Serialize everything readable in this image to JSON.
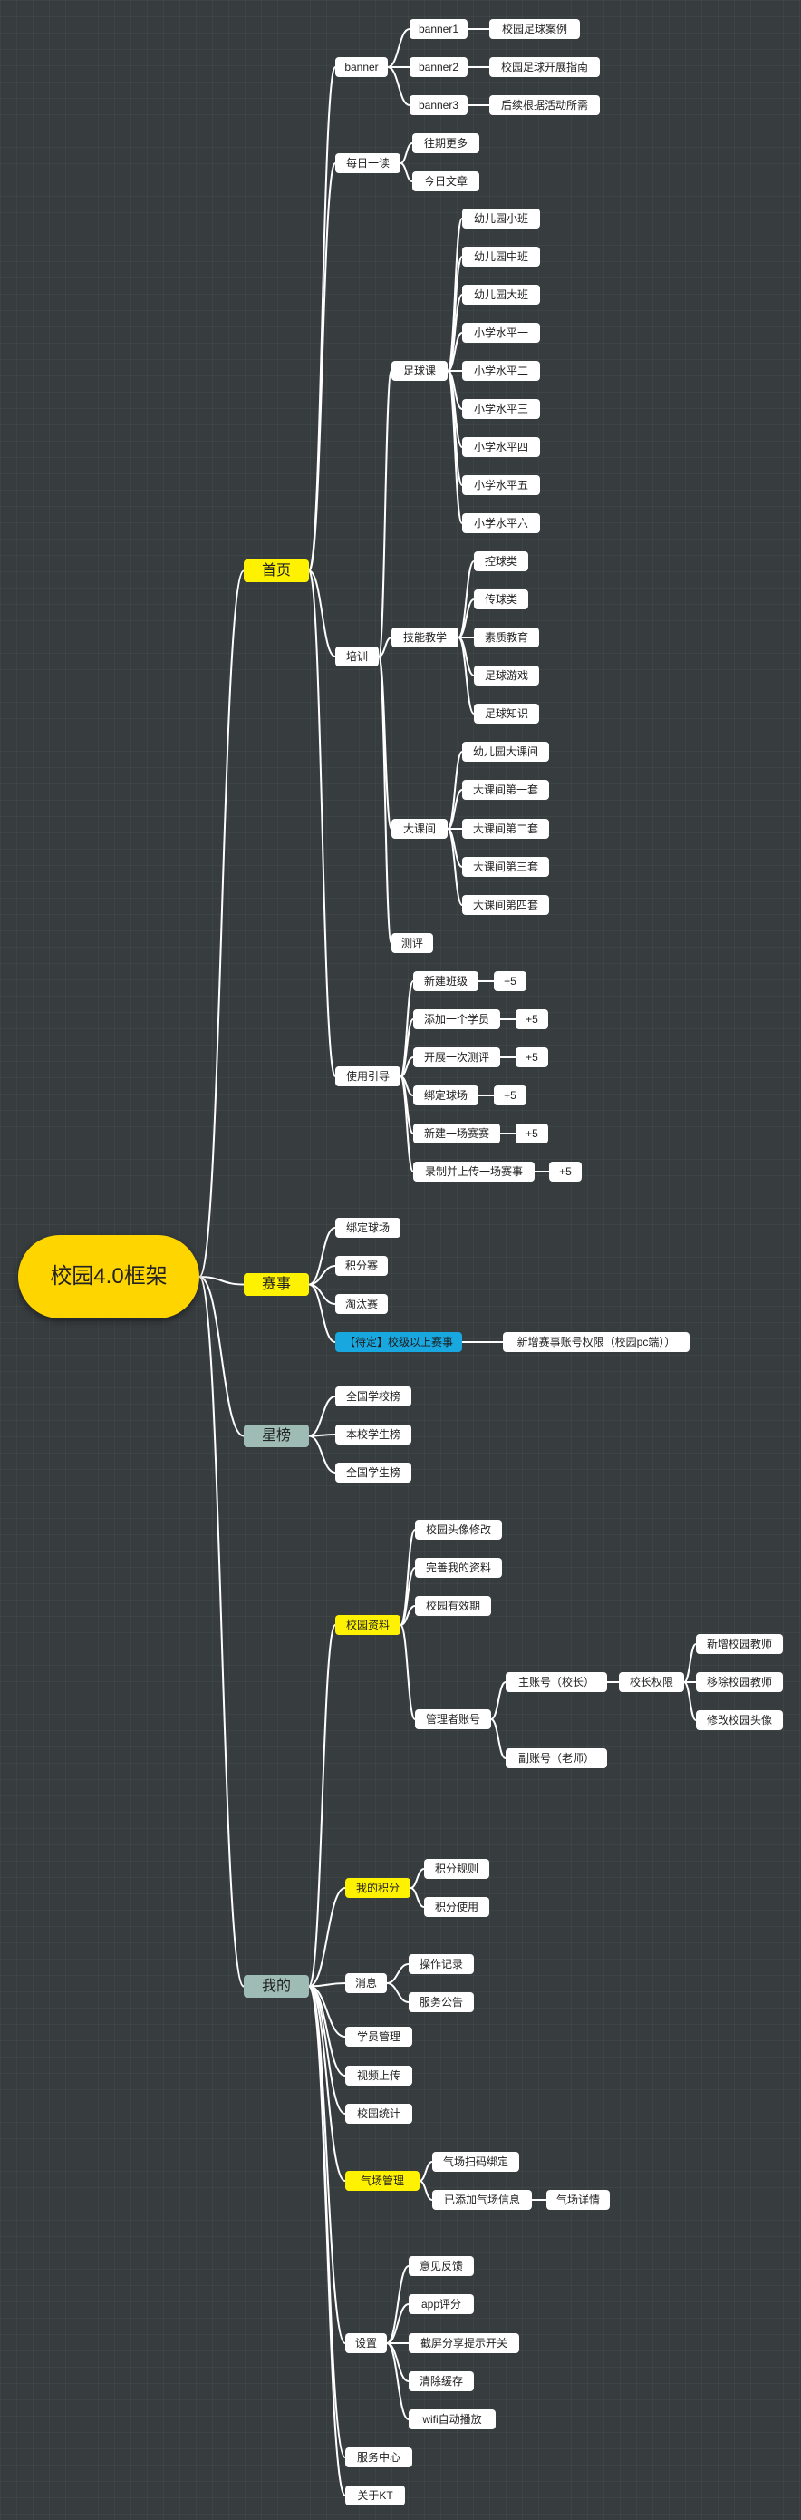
{
  "colors": {
    "background": "#373c3f",
    "line": "#ffffff",
    "root": "#ffd500",
    "highlight_yellow": "#fff200",
    "highlight_green": "#9fbcb4",
    "highlight_blue": "#19a7e0",
    "node": "#ffffff"
  },
  "mindmap": {
    "title": "校园4.0框架",
    "branches": {
      "home": {
        "label": "首页",
        "banner": {
          "label": "banner",
          "items": [
            {
              "label": "banner1",
              "detail": "校园足球案例"
            },
            {
              "label": "banner2",
              "detail": "校园足球开展指南"
            },
            {
              "label": "banner3",
              "detail": "后续根据活动所需"
            }
          ]
        },
        "daily": {
          "label": "每日一读",
          "items": [
            "往期更多",
            "今日文章"
          ]
        },
        "training": {
          "label": "培训",
          "course": {
            "label": "足球课",
            "items": [
              "幼儿园小班",
              "幼儿园中班",
              "幼儿园大班",
              "小学水平一",
              "小学水平二",
              "小学水平三",
              "小学水平四",
              "小学水平五",
              "小学水平六"
            ]
          },
          "skills": {
            "label": "技能教学",
            "items": [
              "控球类",
              "传球类",
              "素质教育",
              "足球游戏",
              "足球知识"
            ]
          },
          "break": {
            "label": "大课间",
            "items": [
              "幼儿园大课间",
              "大课间第一套",
              "大课间第二套",
              "大课间第三套",
              "大课间第四套"
            ]
          },
          "assess": "测评"
        },
        "guide": {
          "label": "使用引导",
          "items": [
            {
              "label": "新建班级",
              "reward": "+5"
            },
            {
              "label": "添加一个学员",
              "reward": "+5"
            },
            {
              "label": "开展一次测评",
              "reward": "+5"
            },
            {
              "label": "绑定球场",
              "reward": "+5"
            },
            {
              "label": "新建一场赛赛",
              "reward": "+5"
            },
            {
              "label": "录制并上传一场赛事",
              "reward": "+5"
            }
          ]
        }
      },
      "match": {
        "label": "赛事",
        "items": [
          "绑定球场",
          "积分赛",
          "淘汰赛"
        ],
        "pending": {
          "label": "【待定】校级以上赛事",
          "detail": "新增赛事账号权限（校园pc端））"
        }
      },
      "stars": {
        "label": "星榜",
        "items": [
          "全国学校榜",
          "本校学生榜",
          "全国学生榜"
        ]
      },
      "mine": {
        "label": "我的",
        "profile": {
          "label": "校园资料",
          "items": [
            "校园头像修改",
            "完善我的资料",
            "校园有效期"
          ],
          "admin": {
            "label": "管理者账号",
            "main": {
              "label": "主账号（校长）",
              "perm": {
                "label": "校长权限",
                "items": [
                  "新增校园教师",
                  "移除校园教师",
                  "修改校园头像"
                ]
              }
            },
            "sub": "副账号（老师）"
          }
        },
        "points": {
          "label": "我的积分",
          "items": [
            "积分规则",
            "积分使用"
          ]
        },
        "messages": {
          "label": "消息",
          "items": [
            "操作记录",
            "服务公告"
          ]
        },
        "students": "学员管理",
        "video": "视频上传",
        "stats": "校园统计",
        "field": {
          "label": "气场管理",
          "items": [
            "气场扫码绑定",
            "已添加气场信息"
          ],
          "detail": "气场详情"
        },
        "settings": {
          "label": "设置",
          "items": [
            "意见反馈",
            "app评分",
            "截屏分享提示开关",
            "清除缓存",
            "wifi自动播放"
          ]
        },
        "service": "服务中心",
        "about": "关于KT"
      }
    }
  }
}
